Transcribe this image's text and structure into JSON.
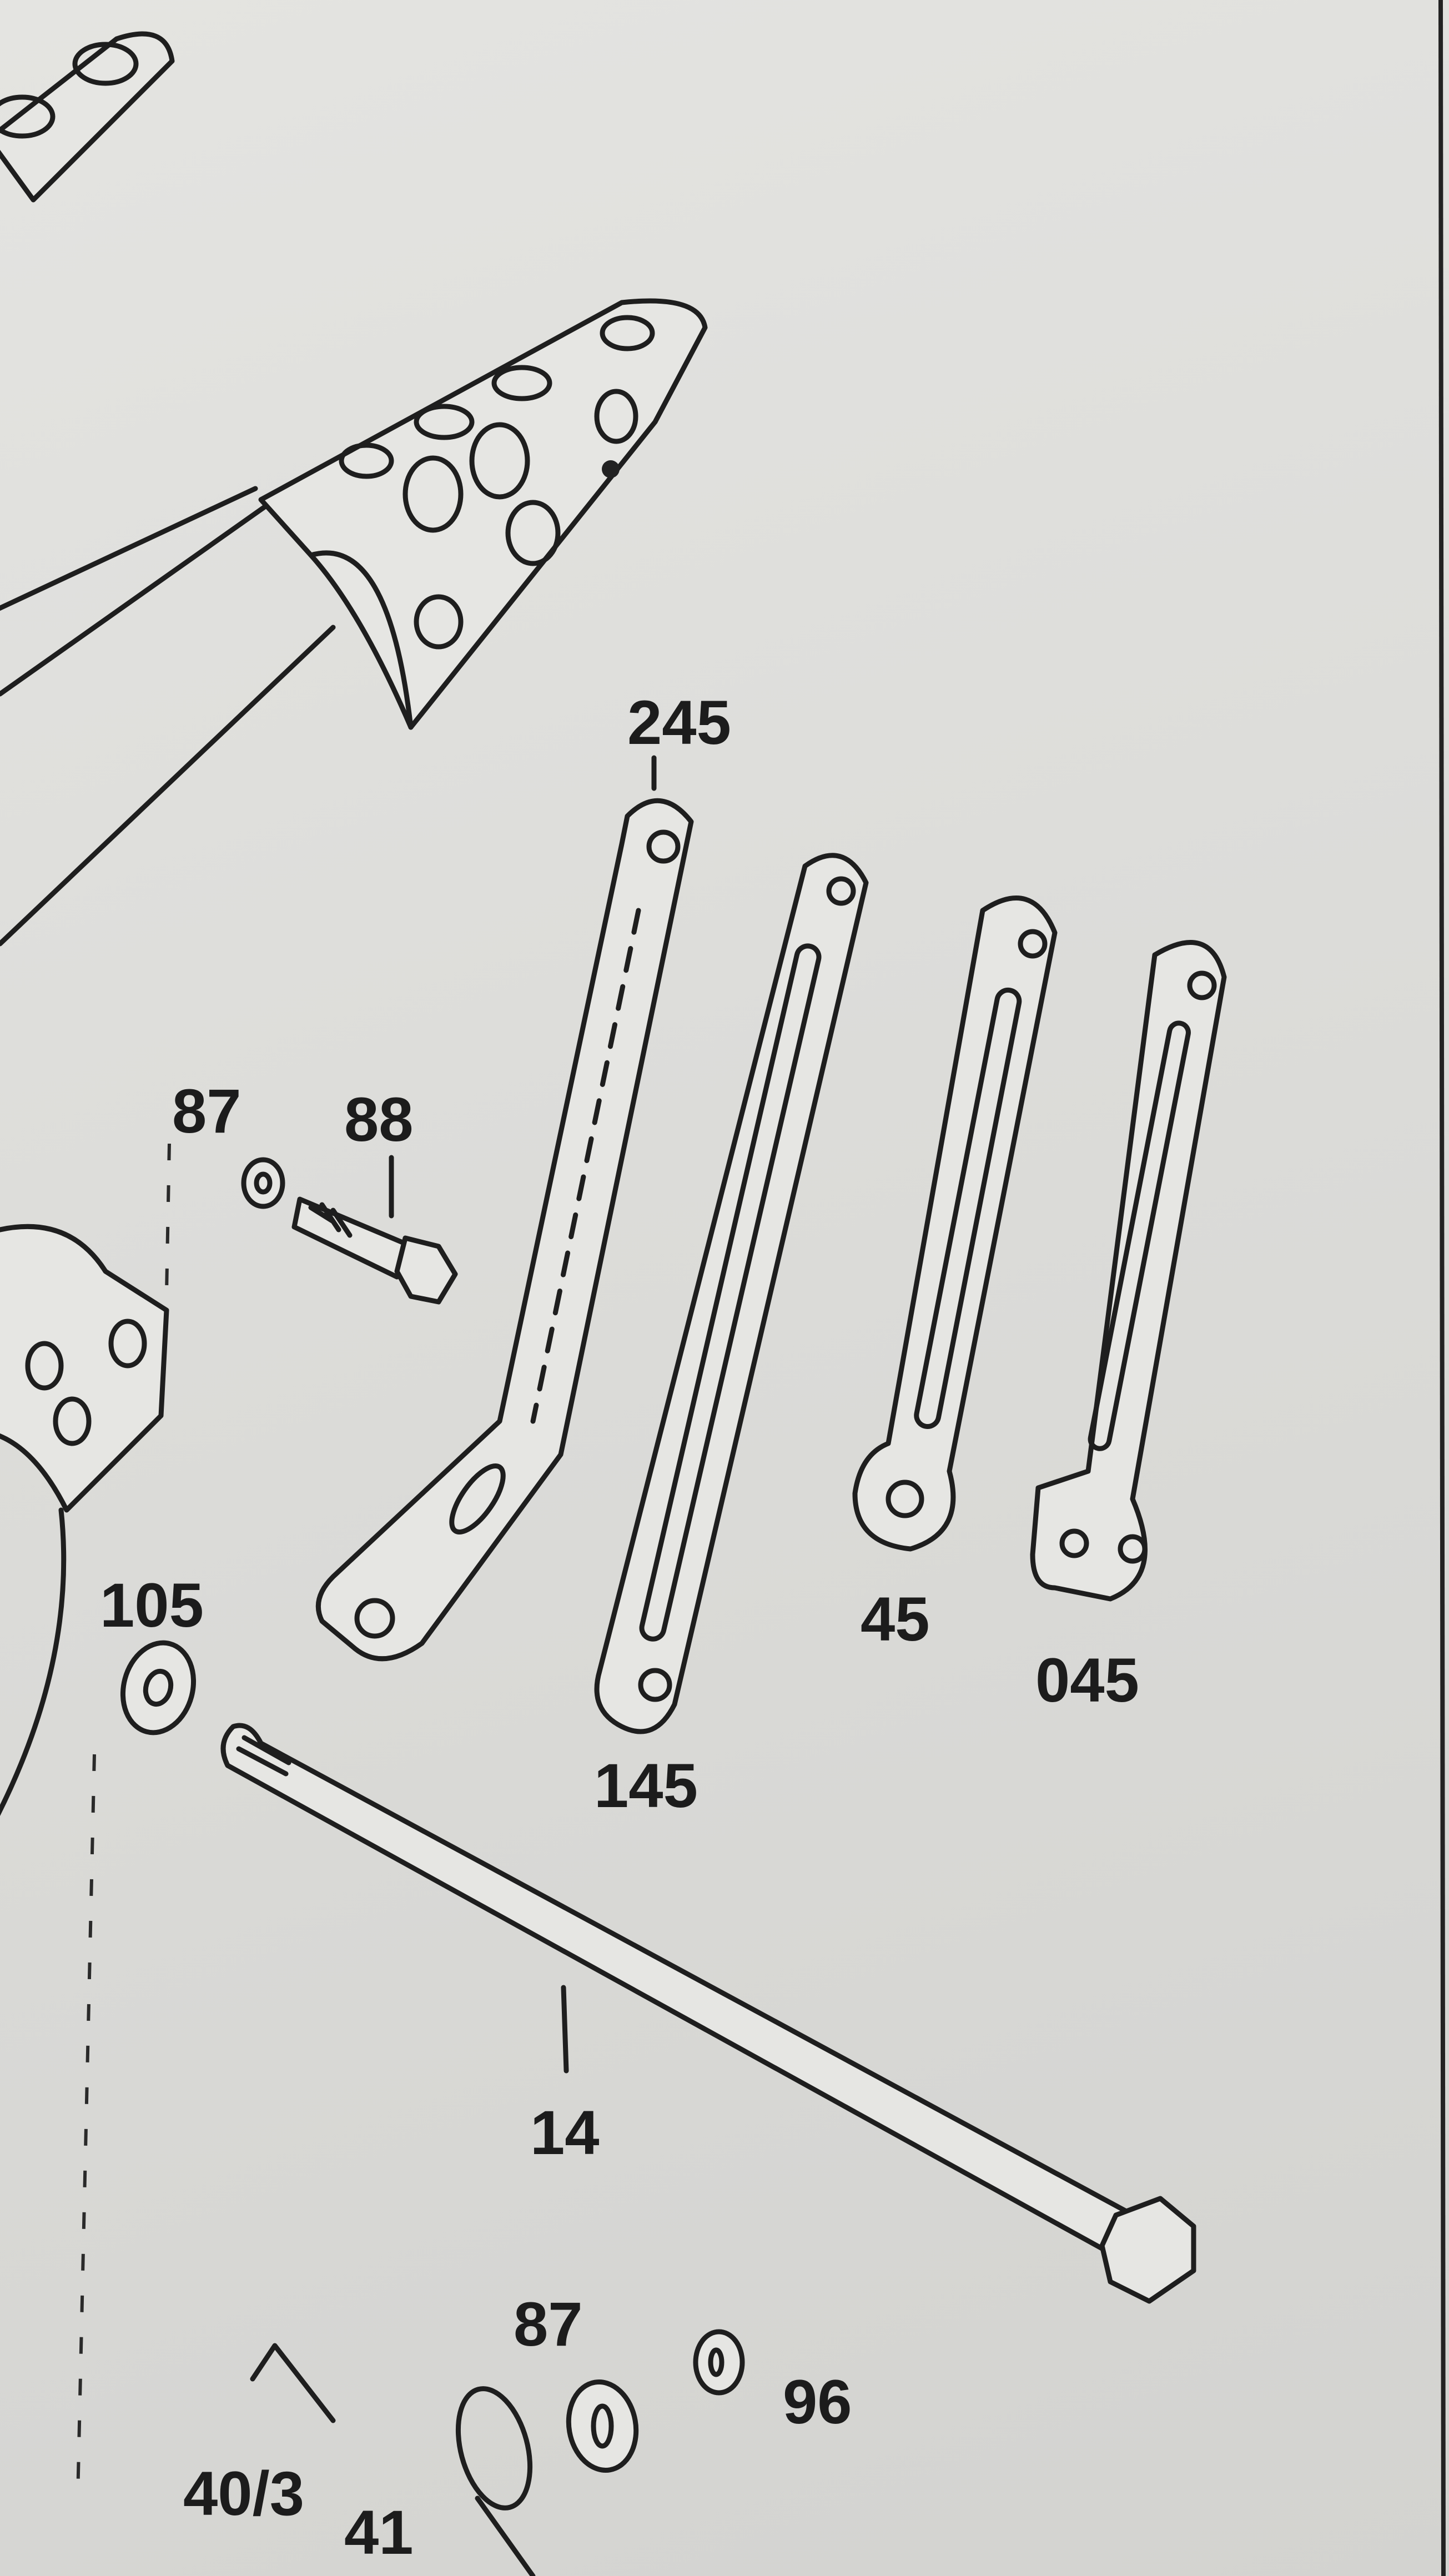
{
  "diagram": {
    "labels": {
      "link_245": "245",
      "washer_87_top": "87",
      "bolt_88": "88",
      "washer_105": "105",
      "link_145": "145",
      "link_45": "45",
      "link_045": "045",
      "rod_14": "14",
      "washer_87_bottom": "87",
      "nut_96": "96",
      "part_40_3": "40/3",
      "spring_41": "41"
    },
    "colors": {
      "paper": "#dcdcd9",
      "ink": "#1e1e1e"
    }
  }
}
